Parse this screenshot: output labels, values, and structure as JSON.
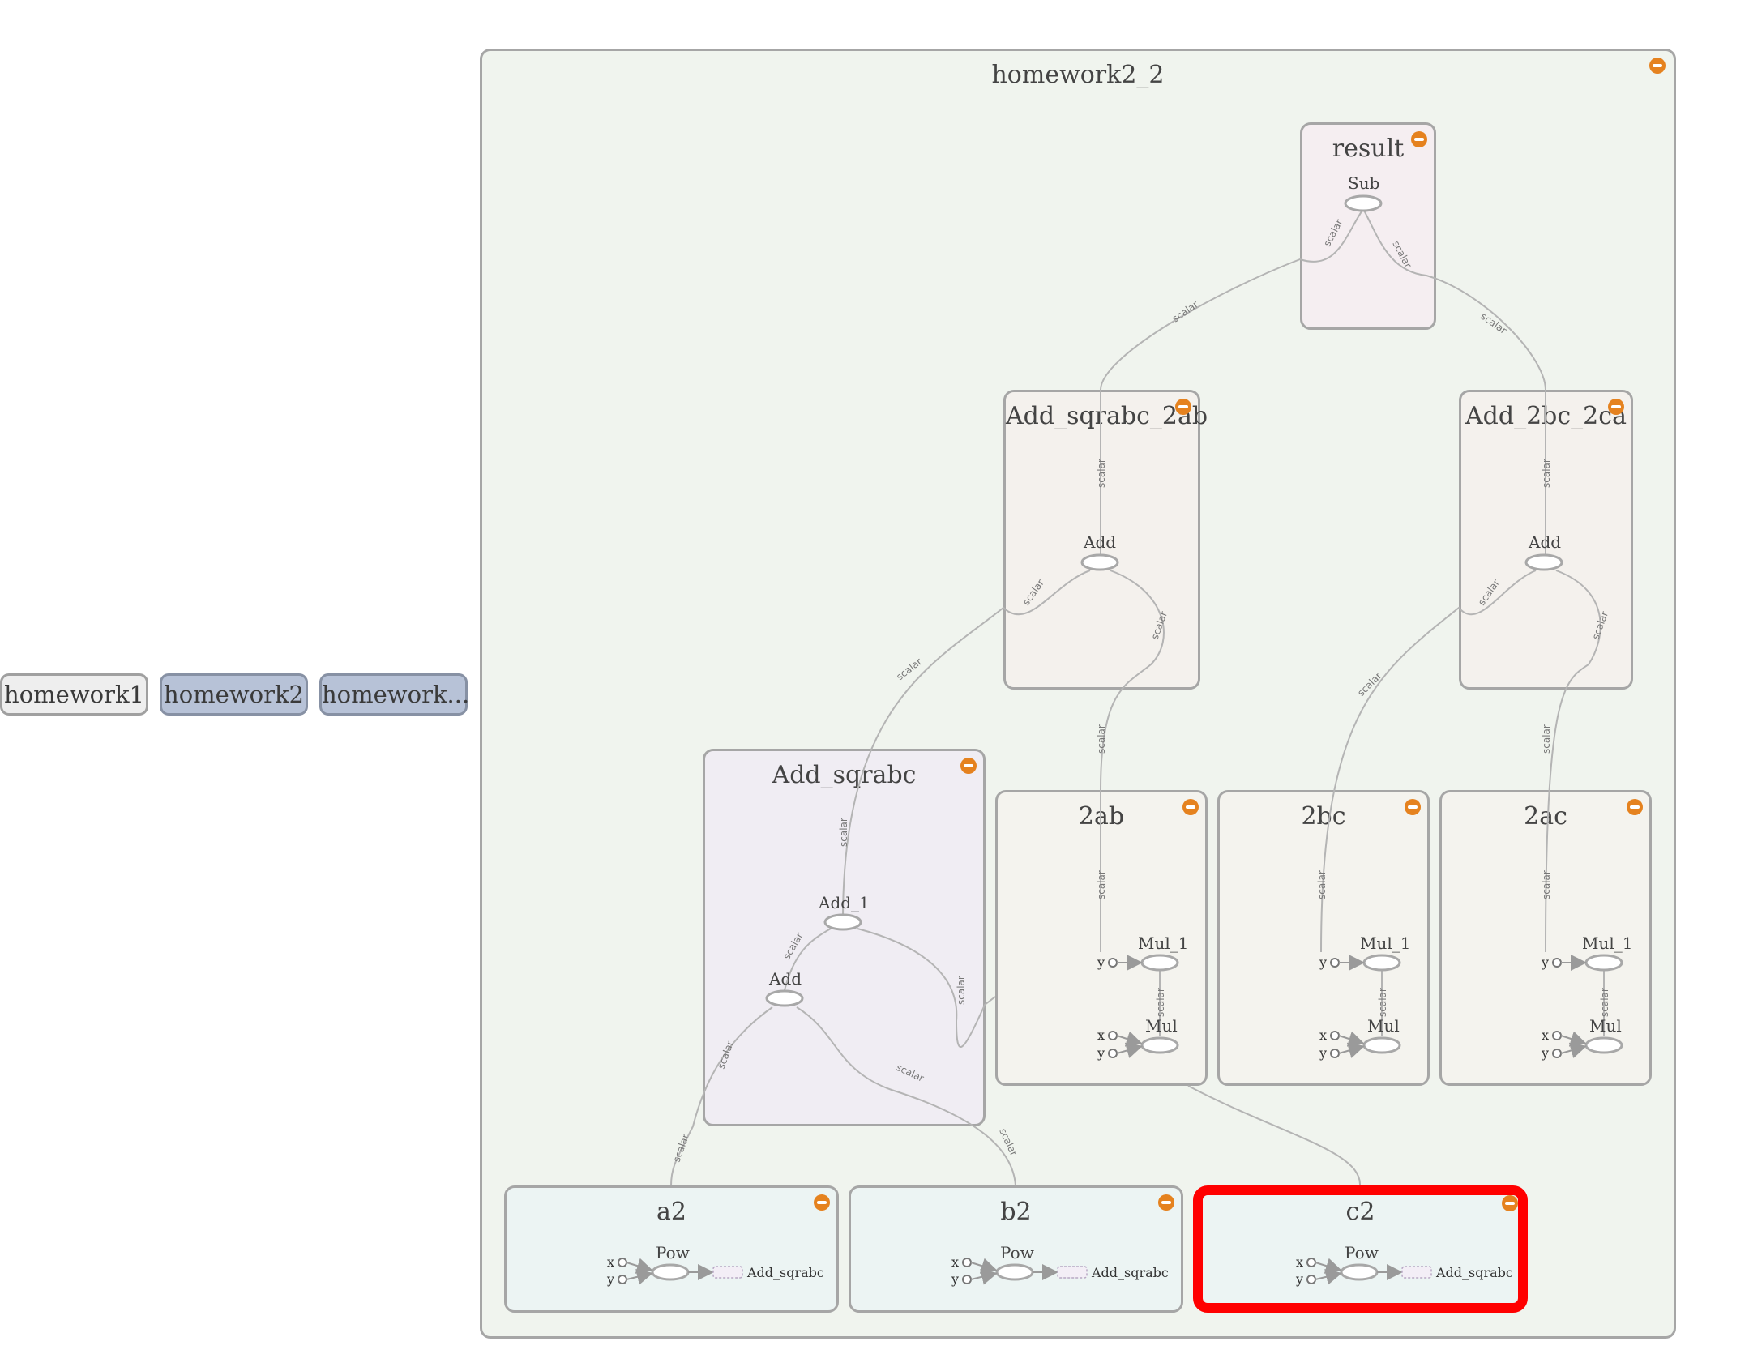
{
  "top_nodes": [
    "homework1",
    "homework2",
    "homework..."
  ],
  "main": {
    "title": "homework2_2"
  },
  "groups": {
    "result": {
      "title": "result",
      "ops": [
        "Sub"
      ]
    },
    "add_sqrabc_2ab": {
      "title": "Add_sqrabc_2ab",
      "ops": [
        "Add"
      ]
    },
    "add_2bc_2ca": {
      "title": "Add_2bc_2ca",
      "ops": [
        "Add"
      ]
    },
    "add_sqrabc": {
      "title": "Add_sqrabc",
      "ops": [
        "Add_1",
        "Add"
      ]
    },
    "g2ab": {
      "title": "2ab",
      "ops": [
        "Mul_1",
        "Mul"
      ]
    },
    "g2bc": {
      "title": "2bc",
      "ops": [
        "Mul_1",
        "Mul"
      ]
    },
    "g2ac": {
      "title": "2ac",
      "ops": [
        "Mul_1",
        "Mul"
      ]
    },
    "a2": {
      "title": "a2",
      "ops": [
        "Pow"
      ],
      "out": "Add_sqrabc"
    },
    "b2": {
      "title": "b2",
      "ops": [
        "Pow"
      ],
      "out": "Add_sqrabc"
    },
    "c2": {
      "title": "c2",
      "ops": [
        "Pow"
      ],
      "out": "Add_sqrabc"
    }
  },
  "pins": {
    "x": "x",
    "y": "y"
  },
  "edge_label": "scalar",
  "selection": {
    "node": "c2",
    "highlight_color": "#ff0000"
  },
  "colors": {
    "main_bg": "#f0f4ee",
    "result_bg": "#f5eef1",
    "add_bg": "#f4f1ed",
    "add_sqrabc_bg": "#f0edf3",
    "mul_bg": "#f4f3ee",
    "pow_bg": "#ecf4f3",
    "badge": "#e5821f"
  }
}
